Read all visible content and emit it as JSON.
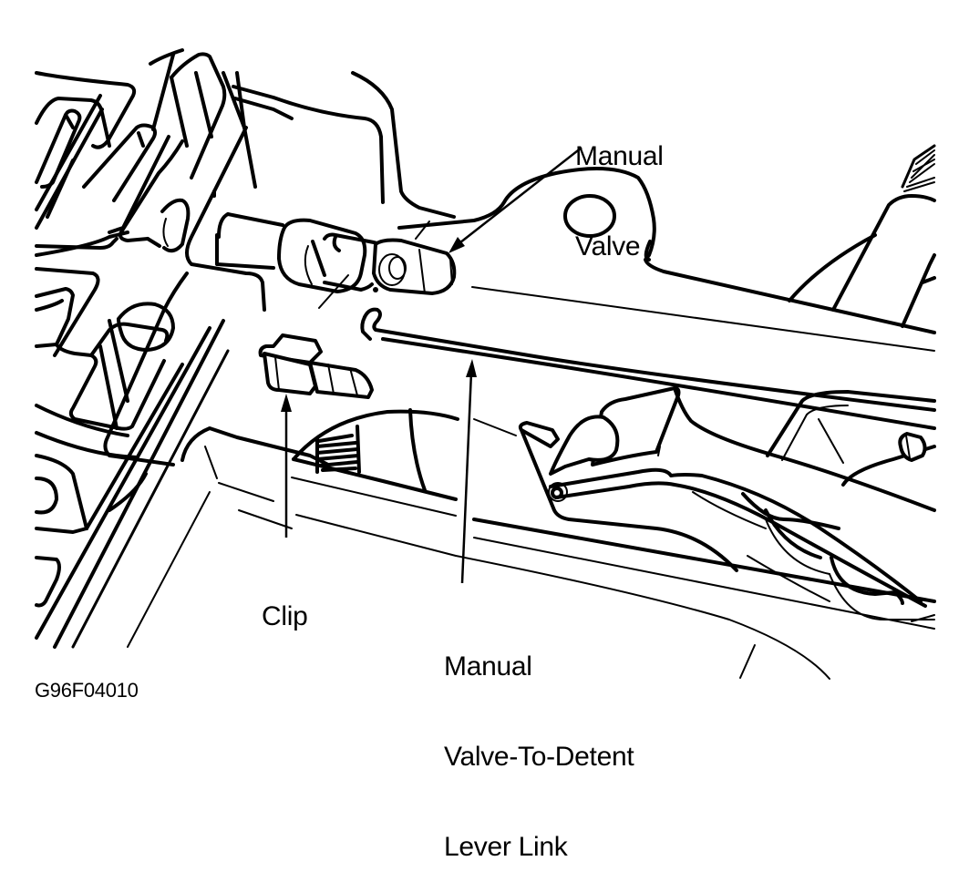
{
  "diagram": {
    "type": "technical-line-drawing",
    "subject": "Transmission valve body – manual valve linkage",
    "colors": {
      "line": "#000000",
      "background": "#ffffff"
    },
    "callouts": [
      {
        "id": "manual-valve",
        "lines": [
          "Manual",
          "Valve"
        ],
        "points_to": "manual valve end"
      },
      {
        "id": "clip",
        "lines": [
          "Clip"
        ],
        "points_to": "retaining clip"
      },
      {
        "id": "link",
        "lines": [
          "Manual",
          "Valve-To-Detent",
          "Lever Link"
        ],
        "points_to": "link rod"
      }
    ],
    "figure_id": "G96F04010"
  }
}
